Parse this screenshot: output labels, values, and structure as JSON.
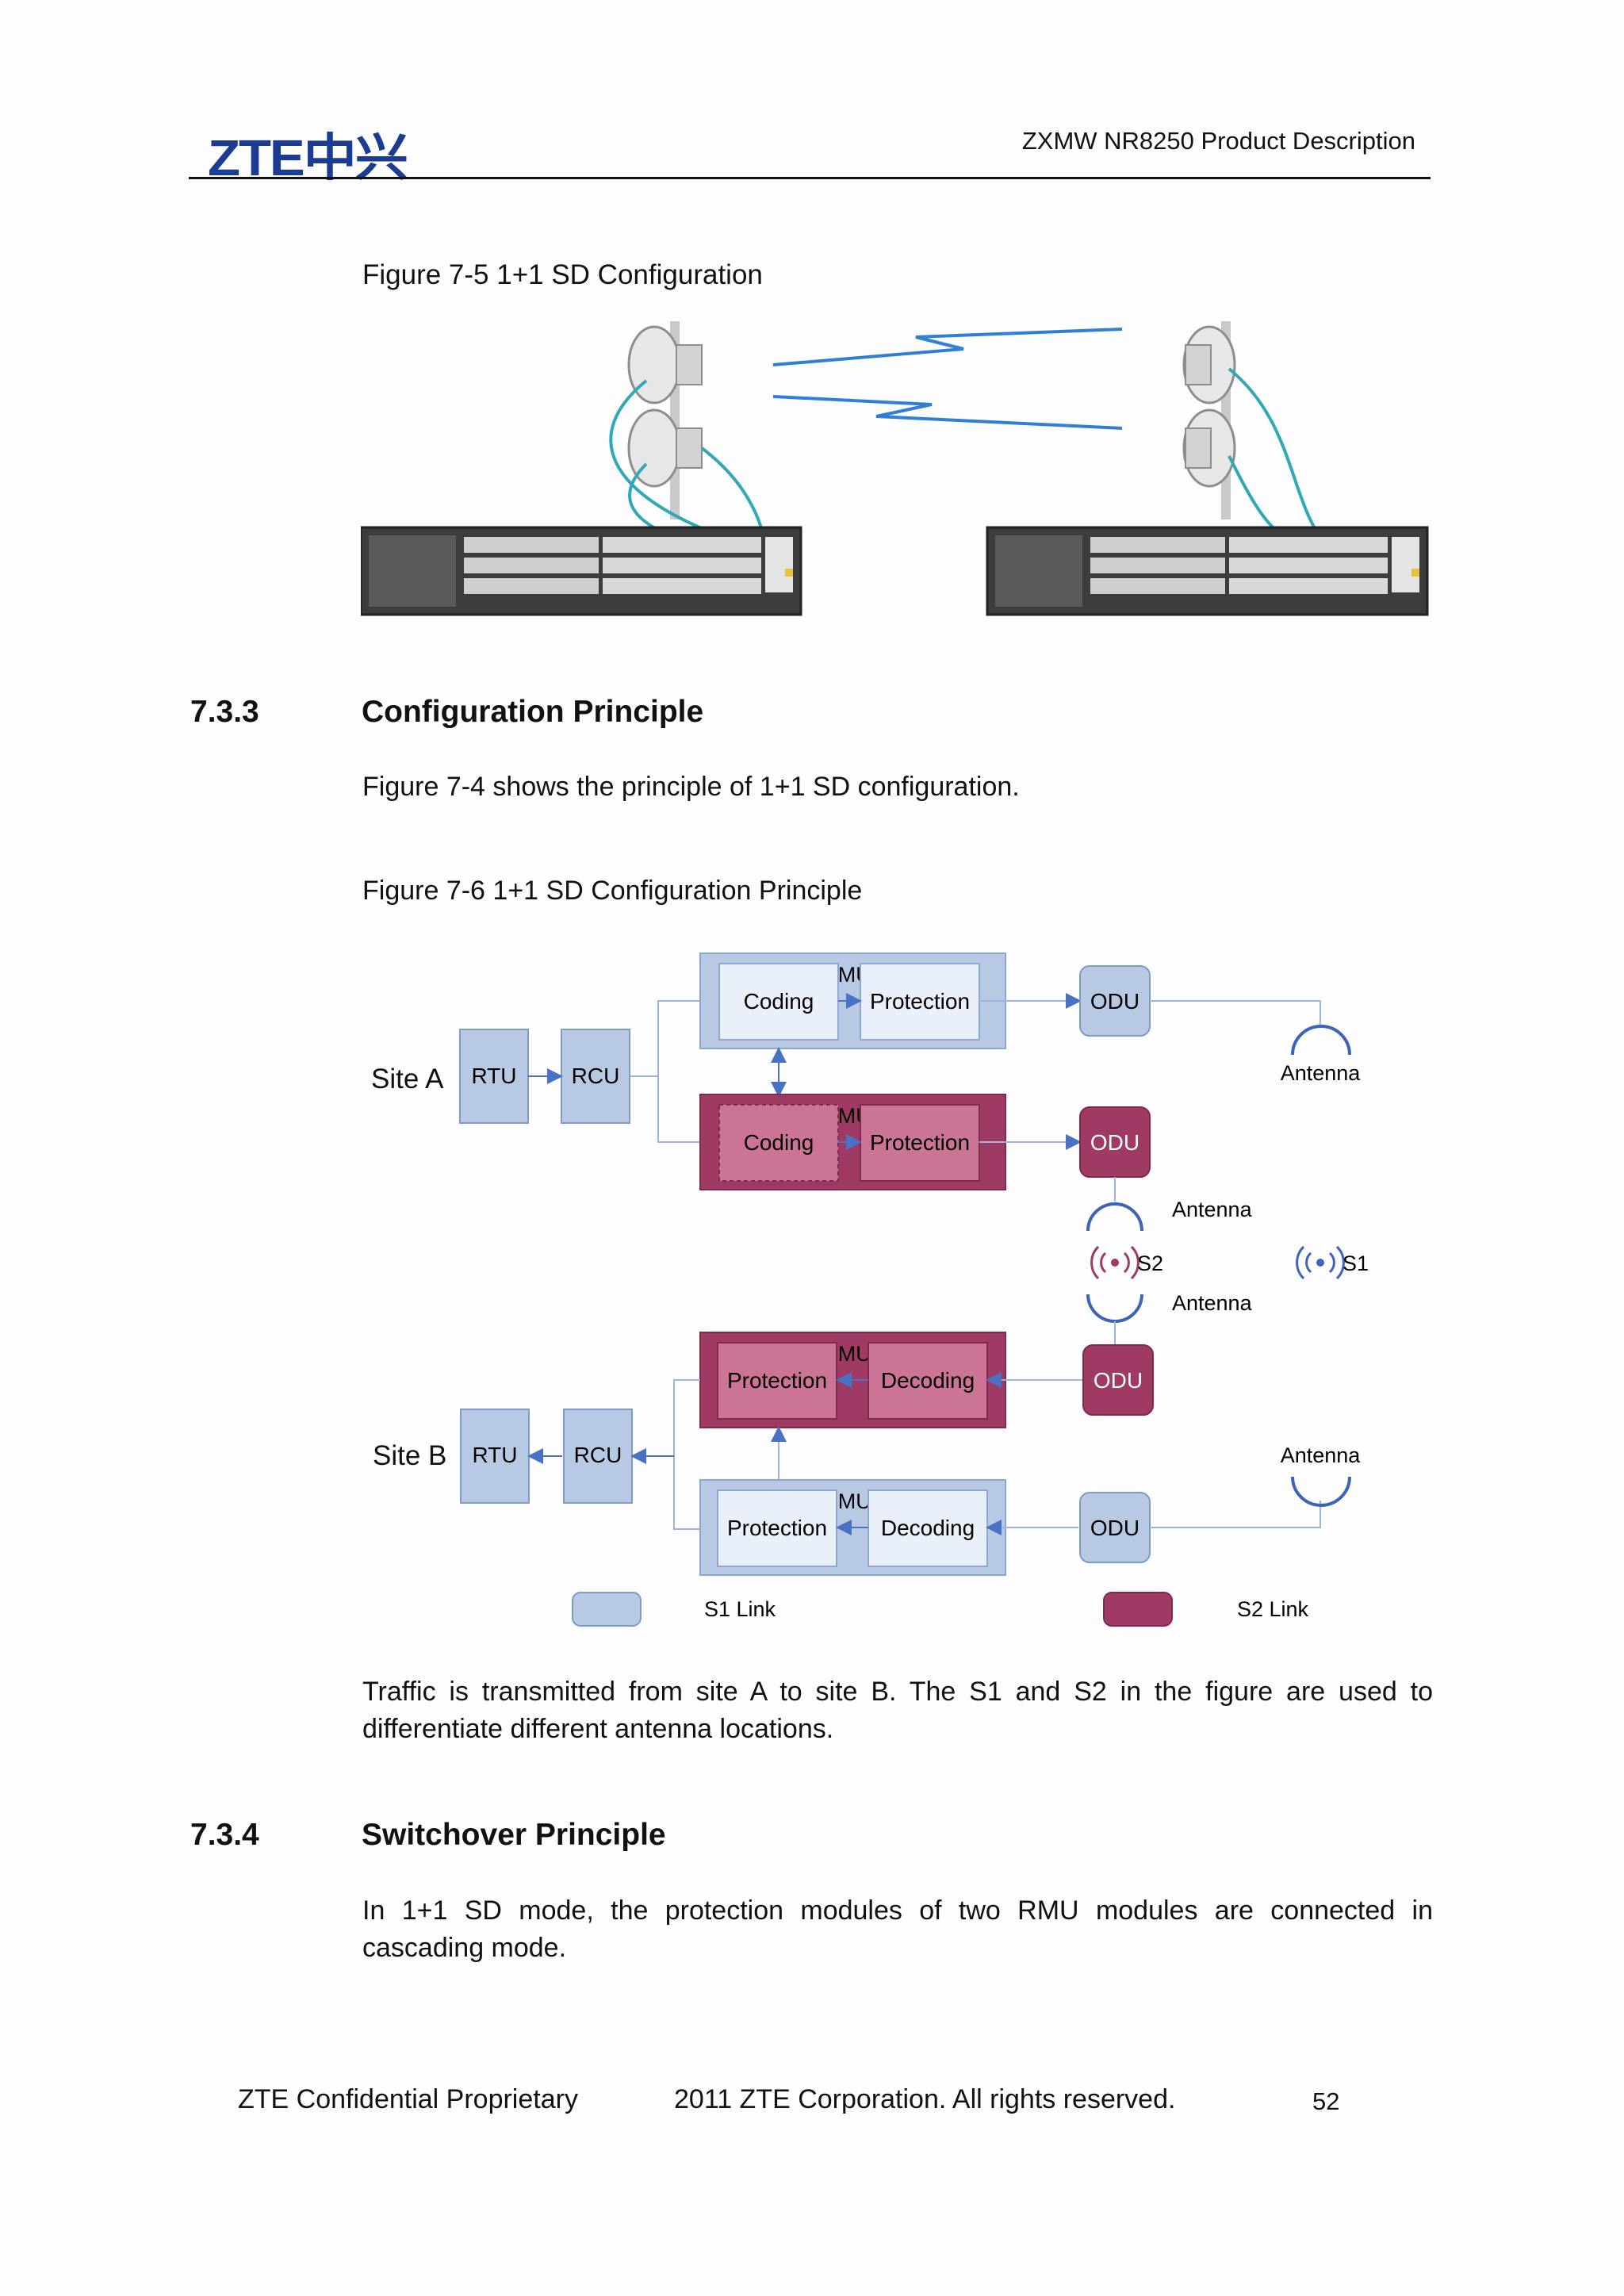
{
  "header": {
    "logo": "ZTE中兴",
    "doc_title": "ZXMW NR8250 Product Description"
  },
  "figure_7_5": {
    "caption": "Figure 7-5  1+1 SD Configuration"
  },
  "section_7_3_3": {
    "number": "7.3.3",
    "title": "Configuration Principle",
    "intro": "Figure 7-4  shows the principle of 1+1 SD configuration."
  },
  "figure_7_6": {
    "caption": "Figure 7-6 1+1 SD Configuration Principle",
    "site_a": "Site A",
    "site_b": "Site B",
    "rtu": "RTU",
    "rcu": "RCU",
    "rmu": "RMU",
    "coding": "Coding",
    "decoding": "Decoding",
    "protection": "Protection",
    "odu": "ODU",
    "antenna": "Antenna",
    "s1": "S1",
    "s2": "S2",
    "legend_s1": "S1 Link",
    "legend_s2": "S2 Link",
    "colors": {
      "s1": "#b8c9e4",
      "s2": "#9e3a63",
      "s2_inner": "#cc7496",
      "arrow": "#4a72c4"
    }
  },
  "after_figure": {
    "text": "Traffic is transmitted from site A to site B. The S1 and S2 in the figure are used to differentiate different antenna locations."
  },
  "section_7_3_4": {
    "number": "7.3.4",
    "title": "Switchover Principle",
    "text": "In 1+1 SD mode, the protection modules of two RMU modules are connected in cascading mode."
  },
  "footer": {
    "left": "ZTE Confidential Proprietary",
    "center": "2011 ZTE Corporation. All rights reserved.",
    "page": "52"
  }
}
